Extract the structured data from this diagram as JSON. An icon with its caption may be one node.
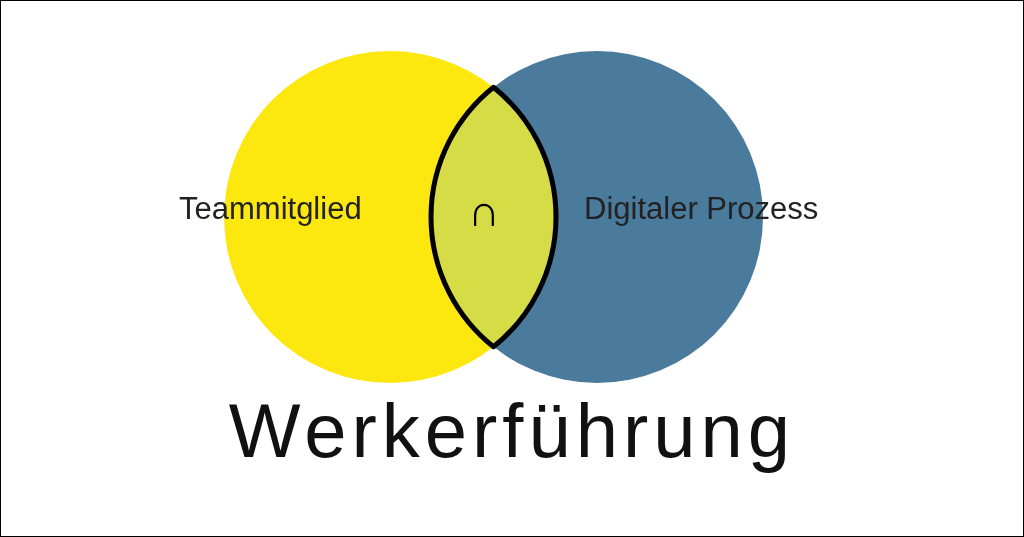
{
  "diagram": {
    "title": "Werkerführung",
    "nodes": [
      {
        "text": [
          "Teammitglied"
        ]
      },
      {
        "text": [
          "Digitaler Prozess"
        ]
      },
      {
        "text": [
          "∩"
        ]
      }
    ],
    "edges": []
  }
}
